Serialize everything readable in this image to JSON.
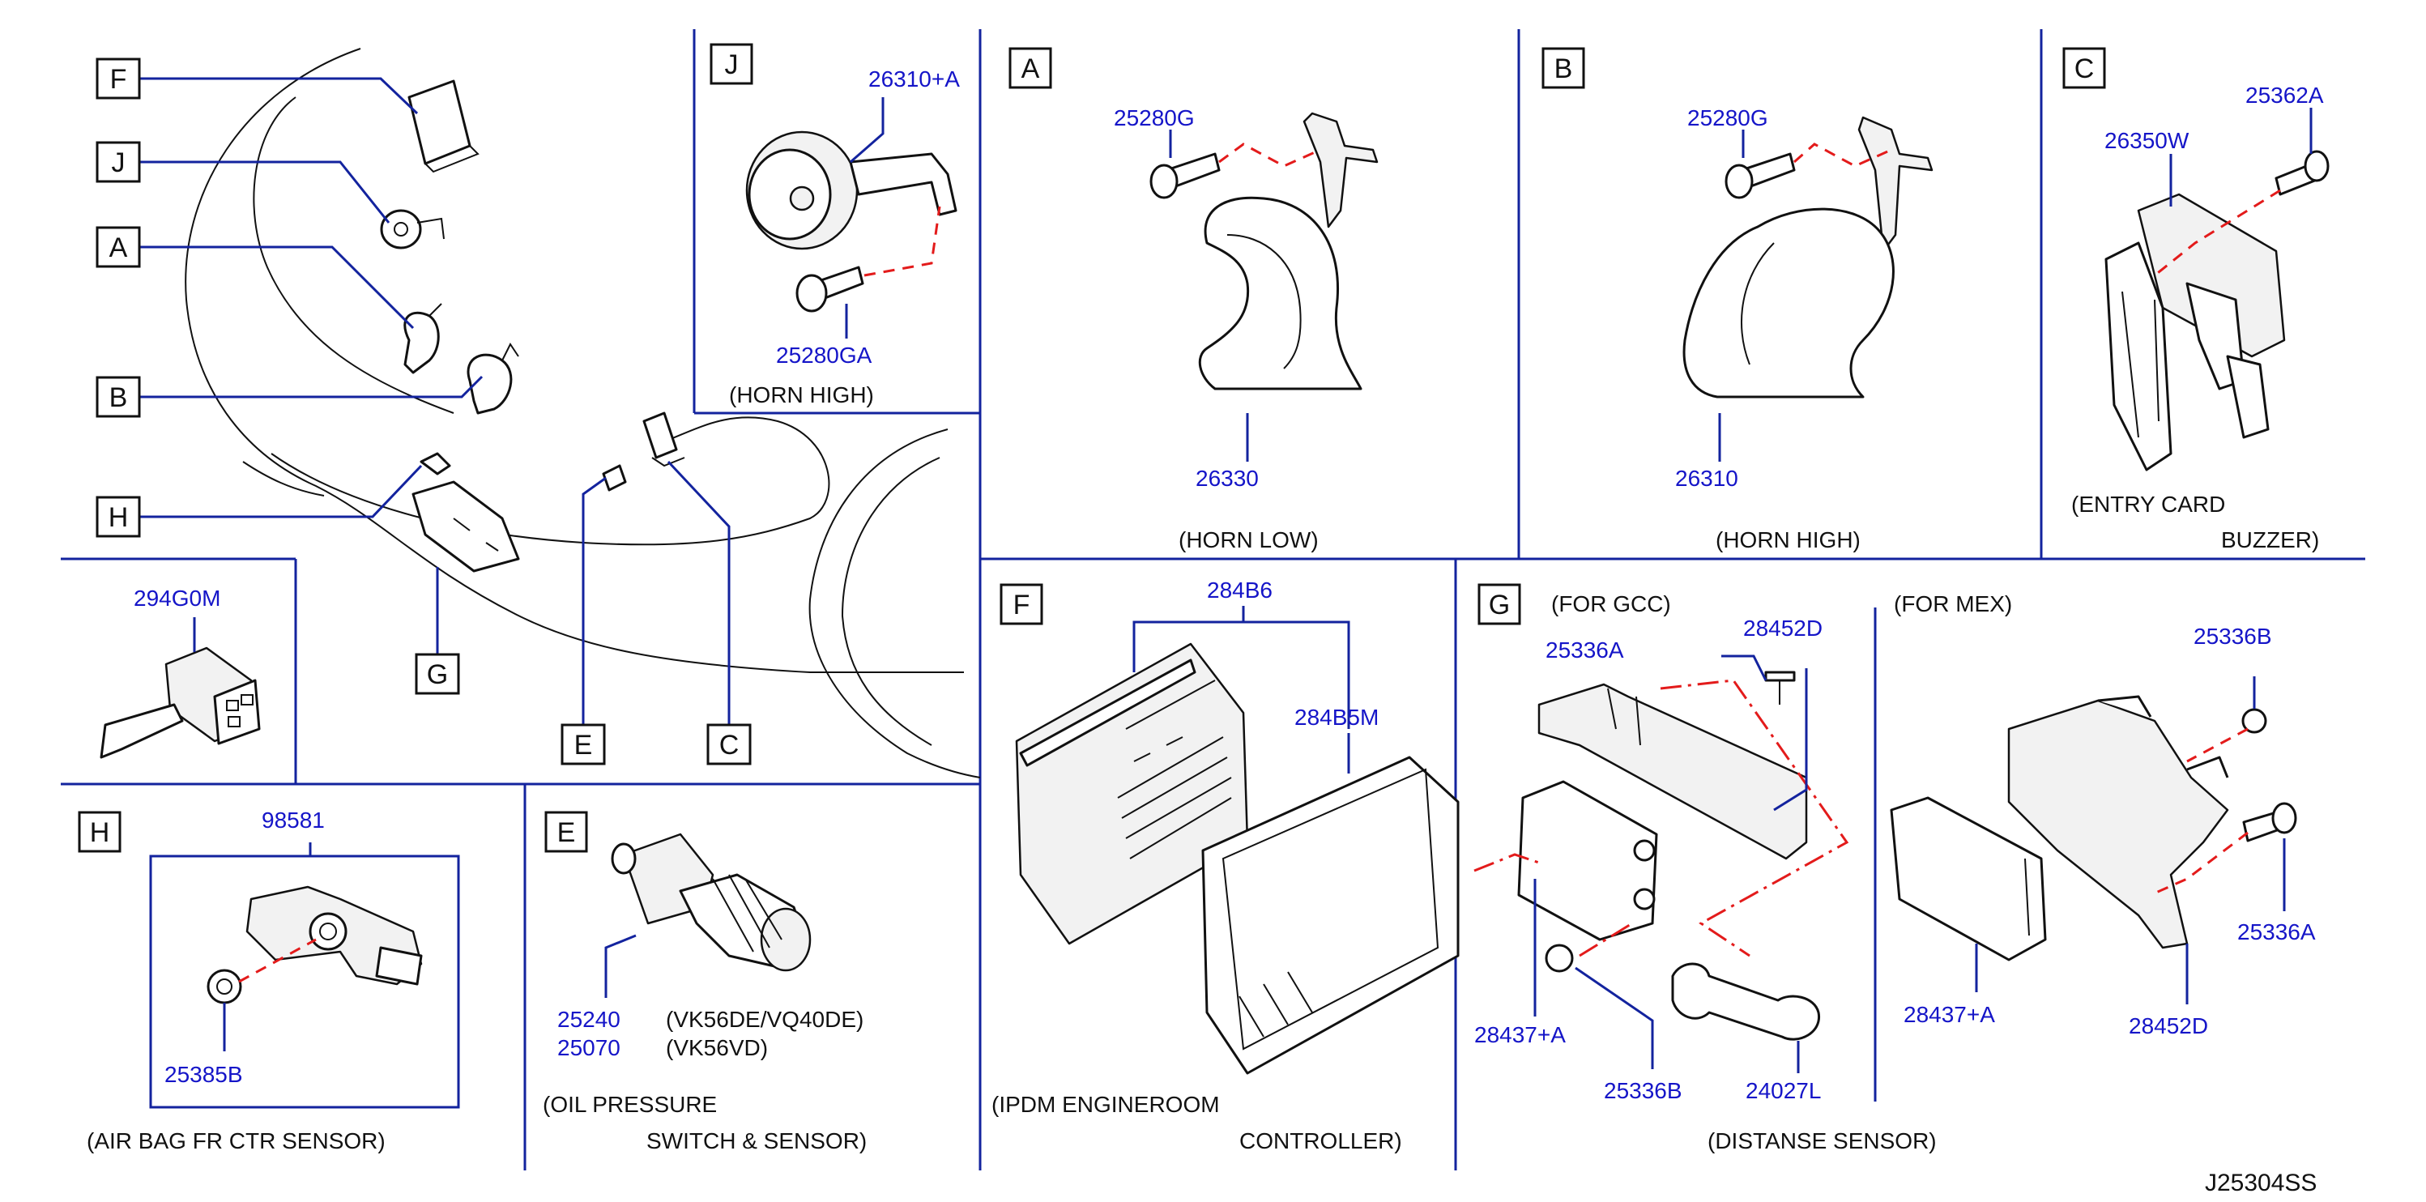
{
  "diagram_id": "J25304SS",
  "overview": {
    "letters": [
      "F",
      "J",
      "A",
      "B",
      "H",
      "G",
      "E",
      "C"
    ]
  },
  "panels": {
    "J": {
      "letter": "J",
      "parts": [
        "26310+A",
        "25280GA"
      ],
      "caption": "(HORN   HIGH)"
    },
    "A": {
      "letter": "A",
      "parts": [
        "25280G",
        "26330"
      ],
      "caption": "(HORN   LOW)"
    },
    "B": {
      "letter": "B",
      "parts": [
        "25280G",
        "26310"
      ],
      "caption": "(HORN   HIGH)"
    },
    "C": {
      "letter": "C",
      "parts": [
        "26350W",
        "25362A"
      ],
      "caption_lines": [
        "(ENTRY   CARD",
        "BUZZER)"
      ]
    },
    "sensor294": {
      "parts": [
        "294G0M"
      ]
    },
    "H": {
      "letter": "H",
      "parts": [
        "98581",
        "25385B"
      ],
      "caption": "(AIR   BAG   FR   CTR   SENSOR)"
    },
    "E": {
      "letter": "E",
      "parts": [
        "25240",
        "25070"
      ],
      "variants": [
        "(VK56DE/VQ40DE)",
        "(VK56VD)"
      ],
      "caption_lines": [
        "(OIL   PRESSURE",
        "SWITCH   &   SENSOR)"
      ]
    },
    "F": {
      "letter": "F",
      "parts": [
        "284B6",
        "284B5M"
      ],
      "caption_lines": [
        "(IPDM   ENGINEROOM",
        "CONTROLLER)"
      ]
    },
    "G": {
      "letter": "G",
      "gcc_label": "(FOR   GCC)",
      "mex_label": "(FOR   MEX)",
      "gcc_parts": [
        "25336A",
        "28452D",
        "28437+A",
        "25336B",
        "24027L"
      ],
      "mex_parts": [
        "25336B",
        "25336A",
        "28437+A",
        "28452D"
      ],
      "caption": "(DISTANSE   SENSOR)"
    }
  },
  "colors": {
    "part_number": "#1515c8",
    "leader": "#13239e",
    "fastener_path": "#e31b1b"
  }
}
